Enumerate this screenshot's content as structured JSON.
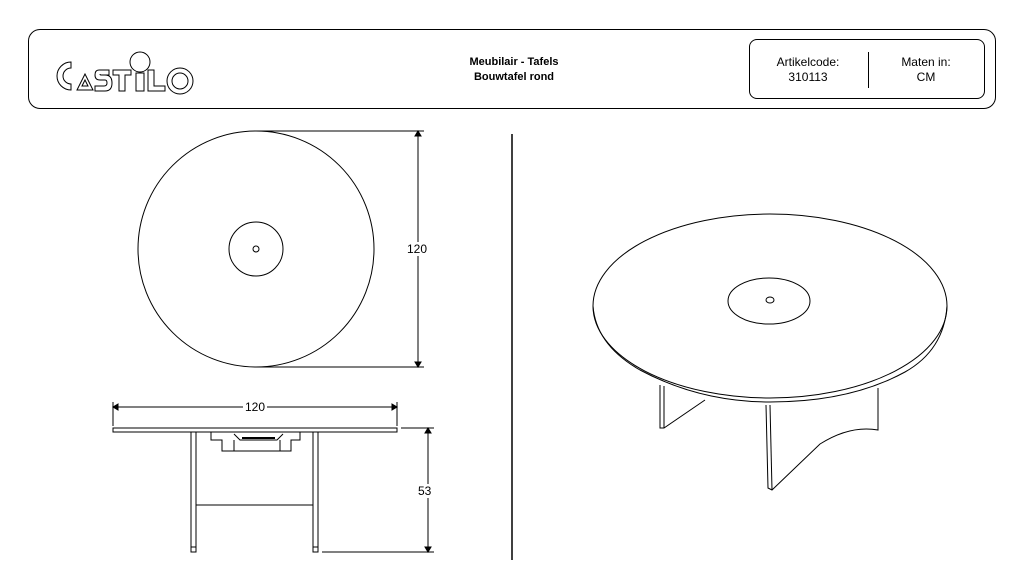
{
  "header": {
    "brand": "CASTILO",
    "category": "Meubilair - Tafels",
    "product_name": "Bouwtafel rond",
    "article_code_label": "Artikelcode:",
    "article_code": "310113",
    "units_label": "Maten in:",
    "units": "CM"
  },
  "views": {
    "top_view": {
      "diameter_label": "120"
    },
    "side_view": {
      "width_label": "120",
      "height_label": "53"
    },
    "isometric_view": {
      "name": "isometric-table"
    }
  },
  "colors": {
    "line": "#000000",
    "background": "#ffffff"
  }
}
